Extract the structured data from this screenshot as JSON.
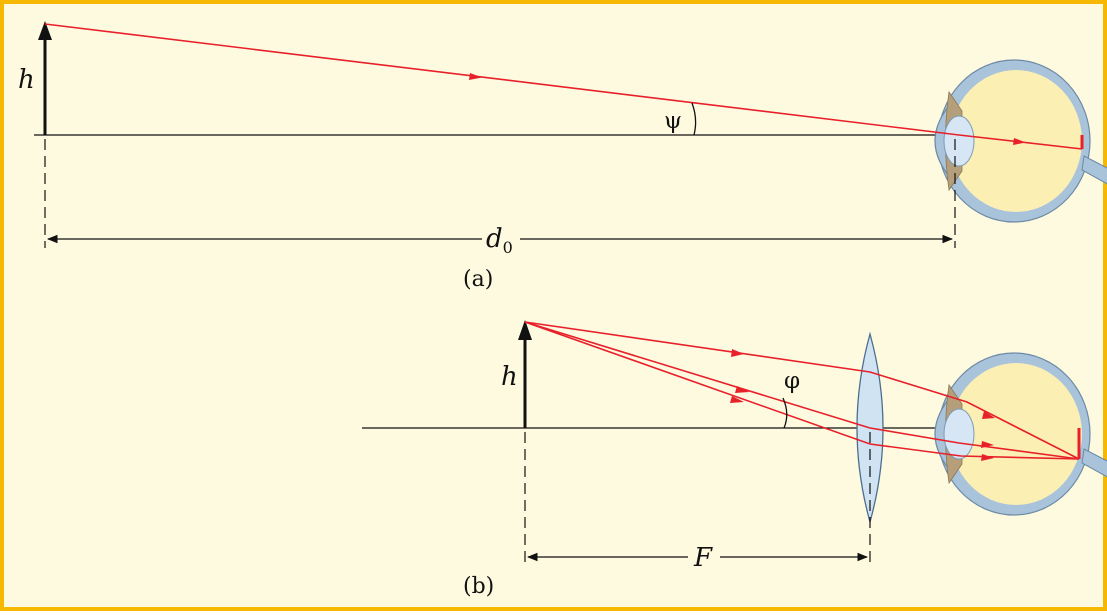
{
  "colors": {
    "border": "#f6b800",
    "background": "#fefae0",
    "ray": "#e8202a",
    "line": "#111111",
    "eye_outer": "#a9c3da",
    "eye_inner": "#fcefb4",
    "lens": "#cfe3f3"
  },
  "panel_a": {
    "label": "(a)",
    "object_label": "h",
    "angle_label": "ψ",
    "distance_label": "d",
    "distance_subscript": "0"
  },
  "panel_b": {
    "label": "(b)",
    "object_label": "h",
    "angle_label": "φ",
    "distance_label": "F"
  },
  "icons": [
    "eye-icon",
    "lens-icon",
    "arrow-icon"
  ]
}
